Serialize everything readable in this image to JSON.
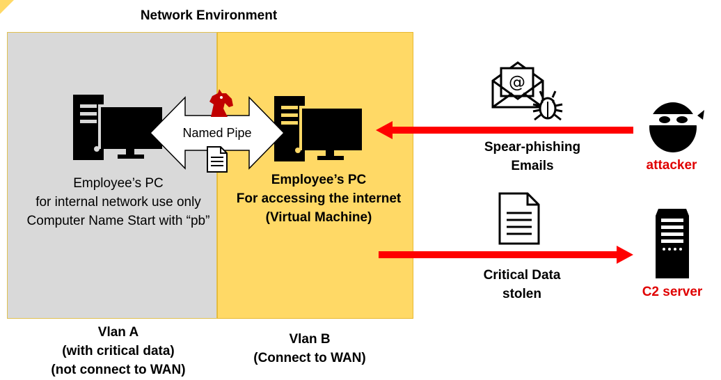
{
  "diagram": {
    "title": "Network Environment",
    "vlan_a": {
      "line1": "Vlan A",
      "line2": "(with critical data)",
      "line3": "(not connect to WAN)"
    },
    "vlan_b": {
      "line1": "Vlan B",
      "line2": "(Connect to WAN)"
    },
    "pc_internal": {
      "line1": "Employee’s PC",
      "line2": "for internal network use only",
      "line3": "Computer Name Start with “pb”"
    },
    "pc_internet": {
      "line1": "Employee’s PC",
      "line2": "For accessing the internet",
      "line3": "(Virtual Machine)"
    },
    "named_pipe": "Named Pipe",
    "phishing": {
      "line1": "Spear-phishing",
      "line2": "Emails"
    },
    "stolen": {
      "line1": "Critical Data",
      "line2": "stolen"
    },
    "attacker": "attacker",
    "c2": "C2 server",
    "colors": {
      "vlan_a_bg": "#d9d9d9",
      "vlan_b_bg": "#ffd966",
      "arrow": "#ff0000",
      "label_red": "#e00000"
    },
    "icons": [
      "desktop-pc-icon",
      "named-pipe-arrow",
      "trojan-horse-icon",
      "document-icon",
      "email-icon",
      "bug-icon",
      "attacker-icon",
      "server-icon"
    ]
  }
}
